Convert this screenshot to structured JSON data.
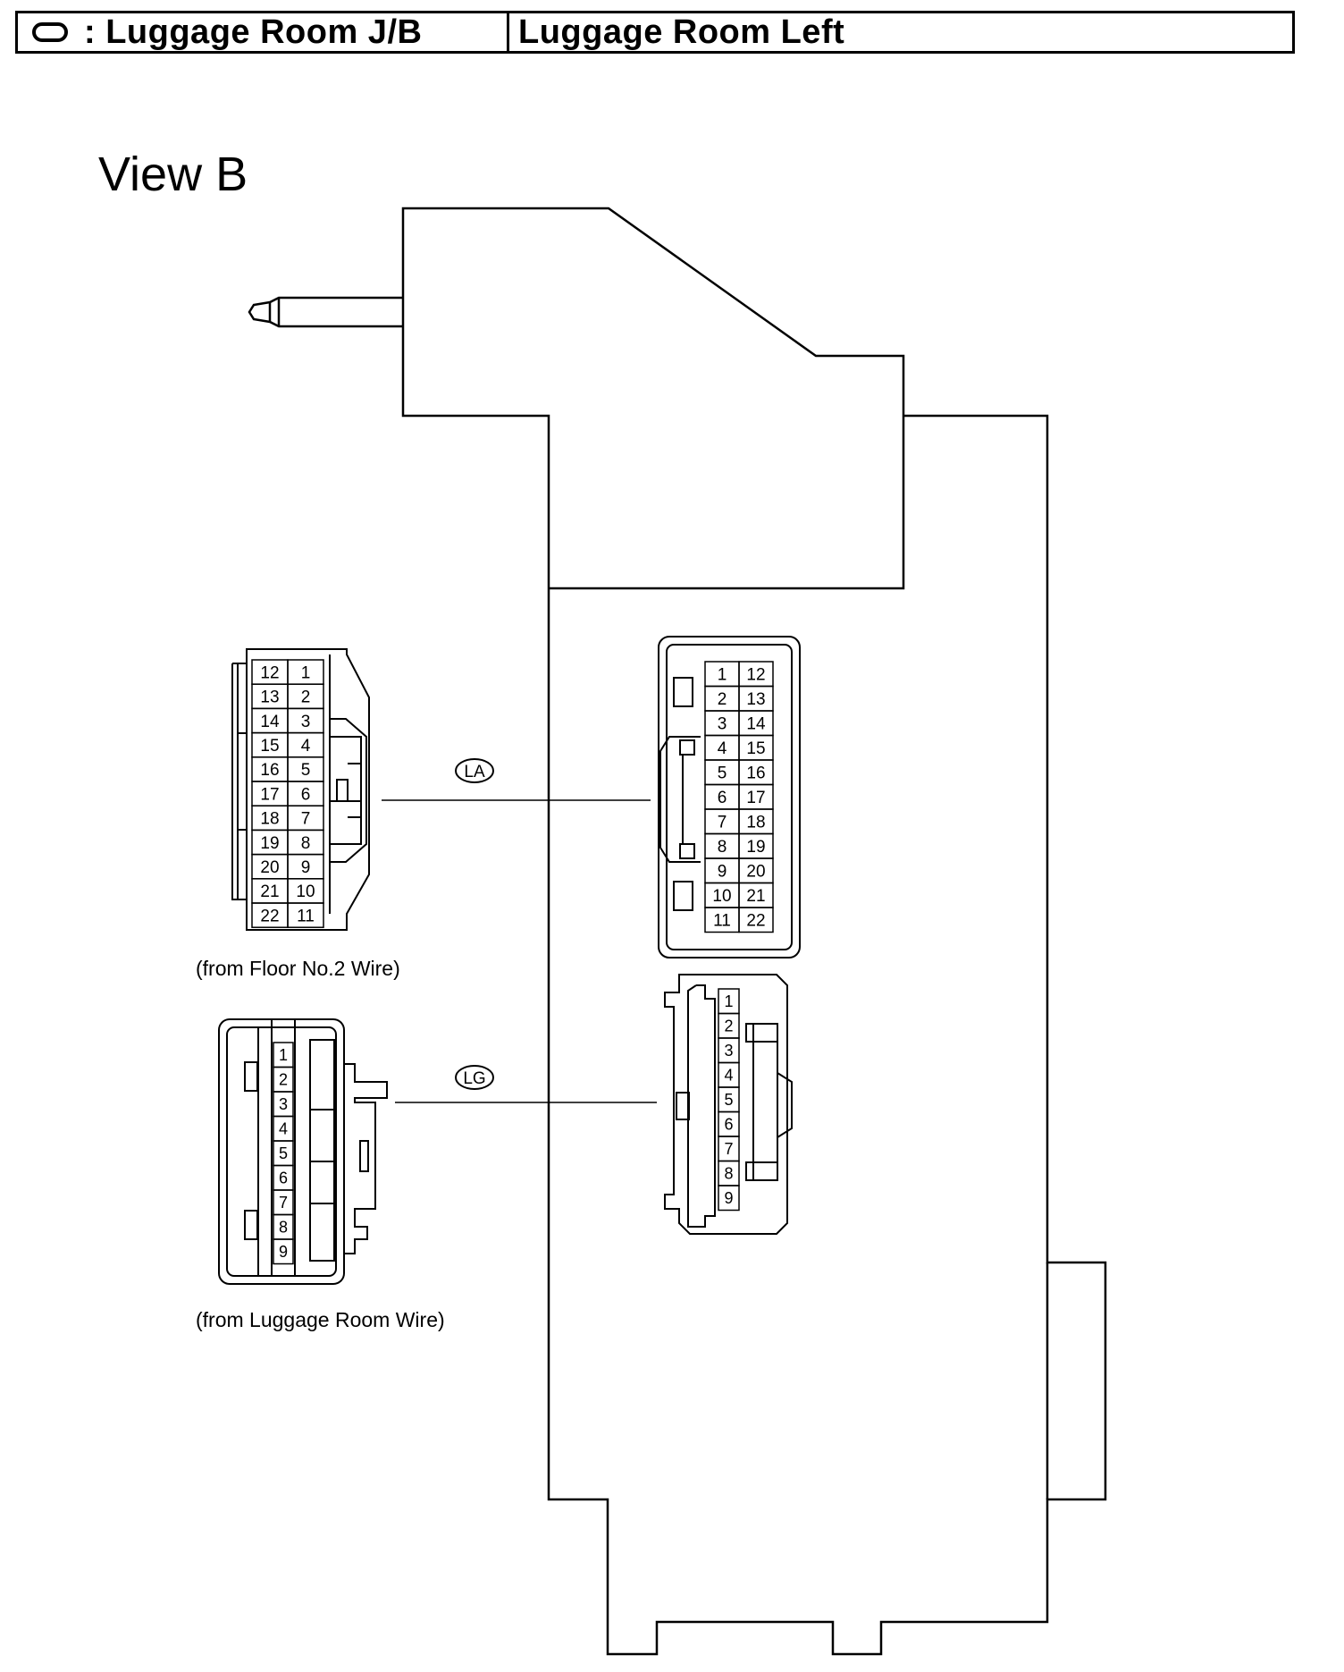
{
  "header": {
    "jb_label": ": Luggage Room J/B",
    "location": "Luggage Room Left"
  },
  "view_title": "View B",
  "connectors": {
    "LA": {
      "code": "LA",
      "caption": "(from Floor No.2 Wire)",
      "pins_wire_side": [
        [
          "12",
          "1"
        ],
        [
          "13",
          "2"
        ],
        [
          "14",
          "3"
        ],
        [
          "15",
          "4"
        ],
        [
          "16",
          "5"
        ],
        [
          "17",
          "6"
        ],
        [
          "18",
          "7"
        ],
        [
          "19",
          "8"
        ],
        [
          "20",
          "9"
        ],
        [
          "21",
          "10"
        ],
        [
          "22",
          "11"
        ]
      ],
      "pins_jb_side": [
        [
          "1",
          "12"
        ],
        [
          "2",
          "13"
        ],
        [
          "3",
          "14"
        ],
        [
          "4",
          "15"
        ],
        [
          "5",
          "16"
        ],
        [
          "6",
          "17"
        ],
        [
          "7",
          "18"
        ],
        [
          "8",
          "19"
        ],
        [
          "9",
          "20"
        ],
        [
          "10",
          "21"
        ],
        [
          "11",
          "22"
        ]
      ]
    },
    "LG": {
      "code": "LG",
      "caption": "(from Luggage Room Wire)",
      "pins_wire_side": [
        "1",
        "2",
        "3",
        "4",
        "5",
        "6",
        "7",
        "8",
        "9"
      ],
      "pins_jb_side": [
        "1",
        "2",
        "3",
        "4",
        "5",
        "6",
        "7",
        "8",
        "9"
      ]
    }
  },
  "icons": {
    "header_symbol": "oval-symbol-icon"
  }
}
